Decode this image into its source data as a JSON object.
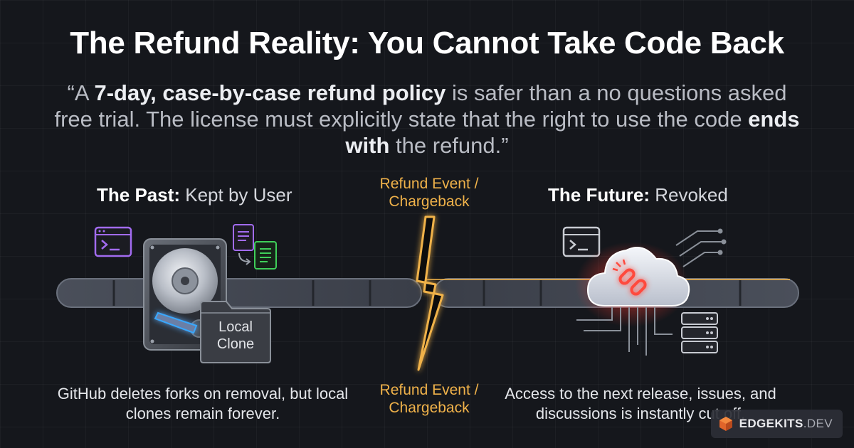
{
  "title": "The Refund Reality: You Cannot Take Code Back",
  "quote": {
    "p1": "“A ",
    "b1": "7-day, case-by-case refund policy",
    "p2": " is safer than a no questions asked free trial. The license must explicitly state that the right to use the code ",
    "b2": "ends with",
    "p3": " the refund.”"
  },
  "past": {
    "heading_bold": "The Past:",
    "heading_rest": " Kept by User",
    "folder_label": "Local Clone",
    "caption": "GitHub deletes forks on removal, but local clones remain forever."
  },
  "event": {
    "label_top": "Refund Event / Chargeback",
    "label_bottom": "Refund Event / Chargeback"
  },
  "future": {
    "heading_bold": "The Future:",
    "heading_rest": " Revoked",
    "caption": "Access to the next release, issues, and discussions is instantly cut off."
  },
  "brand": {
    "name": "EDGEKITS",
    "tld": ".DEV"
  },
  "icons": {
    "terminal": "terminal-icon",
    "documents": "documents-icon",
    "hard_drive": "hard-drive-icon",
    "folder": "folder-icon",
    "lightning": "lightning-bolt-icon",
    "cloud": "cloud-icon",
    "broken_link": "broken-link-icon",
    "server": "server-icon"
  },
  "colors": {
    "background": "#15171c",
    "accent_orange": "#f0b24a",
    "accent_purple": "#a26bf0",
    "accent_green": "#3fcf5a",
    "accent_red": "#ff4a3d",
    "accent_blue": "#39a8ff"
  }
}
